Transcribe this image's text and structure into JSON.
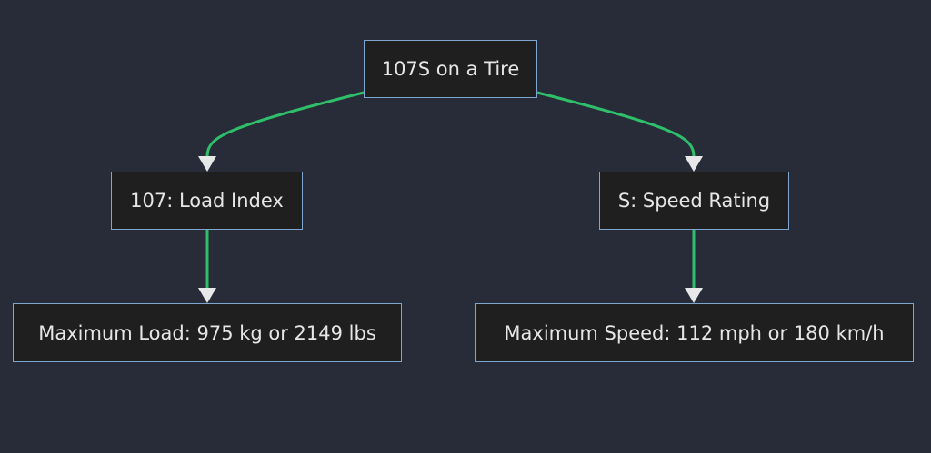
{
  "nodes": {
    "root": "107S on a Tire",
    "load_index": "107: Load Index",
    "speed_rating": "S: Speed Rating",
    "max_load": "Maximum Load: 975 kg or 2149 lbs",
    "max_speed": "Maximum Speed: 112 mph or 180 km/h"
  },
  "colors": {
    "background": "#272c38",
    "node_fill": "#1f1f1f",
    "node_border": "#7ea6cf",
    "edge": "#2fbf6a",
    "arrowhead": "#e8e8e8",
    "text": "#e6e6e6"
  }
}
